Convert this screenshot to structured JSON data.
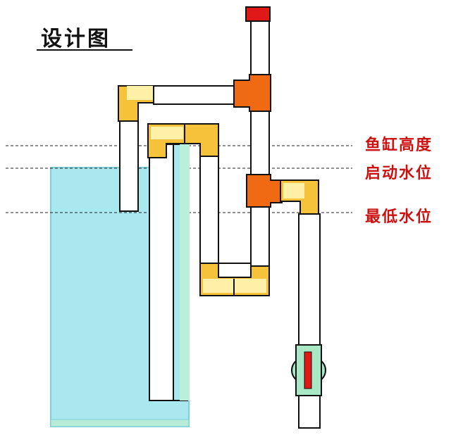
{
  "title": "设计图",
  "levels": {
    "tank_height": "鱼缸高度",
    "start_level": "启动水位",
    "min_level": "最低水位"
  },
  "colors": {
    "water": "#a8e8ee",
    "pipe": "#ffffff",
    "pipe_outline": "#111111",
    "elbow": "#f5c23a",
    "elbow_light": "#fff0a8",
    "tee": "#f06a14",
    "cap": "#e01818",
    "valve": "#a8e8c4",
    "label": "#cc1111"
  }
}
